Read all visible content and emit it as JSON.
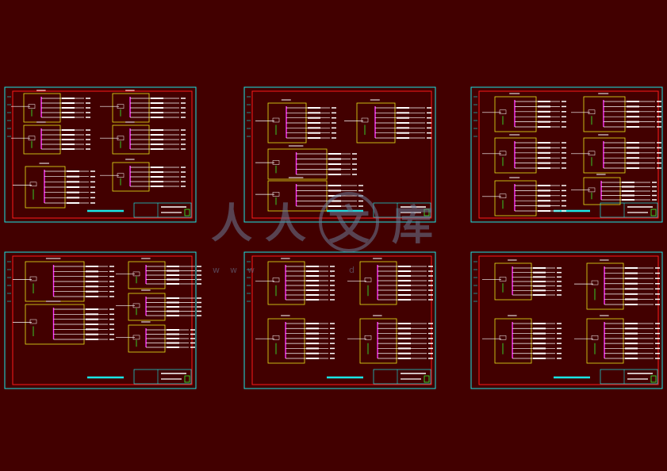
{
  "colors": {
    "background": "#420000",
    "sheet_border": "#19e6e6",
    "inner_border": "#ff1a1a",
    "panel_box": "#e6e61a",
    "busbar": "#ff33ff",
    "circuit_line": "#ffffff",
    "ground_line": "#33ff33",
    "title_text": "#19e6e6",
    "watermark": "#6a7a96"
  },
  "watermark": {
    "chars": [
      "人",
      "人",
      "文",
      "库"
    ],
    "url_fragments": [
      "w",
      "w",
      "w",
      ".",
      "d"
    ]
  },
  "sheets": [
    {
      "id": "sheet-1",
      "row": 0,
      "col": 0
    },
    {
      "id": "sheet-2",
      "row": 0,
      "col": 1
    },
    {
      "id": "sheet-3",
      "row": 0,
      "col": 2
    },
    {
      "id": "sheet-4",
      "row": 1,
      "col": 0
    },
    {
      "id": "sheet-5",
      "row": 1,
      "col": 1
    },
    {
      "id": "sheet-6",
      "row": 1,
      "col": 2
    }
  ]
}
